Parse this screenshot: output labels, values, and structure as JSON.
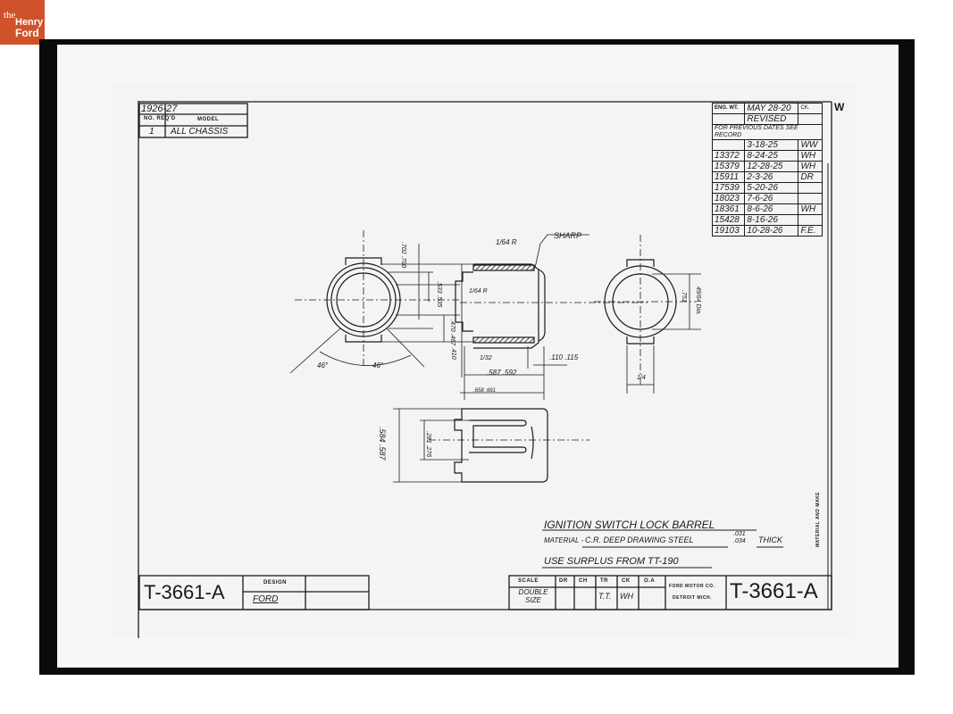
{
  "logo": {
    "the": "the",
    "henry": "Henry",
    "ford": "Ford",
    "color": "#d0522a"
  },
  "title_block_left": {
    "year": "1926-27",
    "col1_header": "NO. REQ'D",
    "col2_header": "MODEL",
    "qty": "1",
    "model": "ALL CHASSIS"
  },
  "revision_table": {
    "header": {
      "label": "ENG. WT.",
      "date": "MAY 28-20",
      "ck": "CK.",
      "mark": "W"
    },
    "revised": "REVISED",
    "note": "FOR PREVIOUS DATES SEE RECORD",
    "rows": [
      {
        "no": "",
        "date": "3-18-25",
        "by": "WW"
      },
      {
        "no": "13372",
        "date": "8-24-25",
        "by": "WH"
      },
      {
        "no": "15379",
        "date": "12-28-25",
        "by": "WH"
      },
      {
        "no": "15911",
        "date": "2-3-26",
        "by": "DR"
      },
      {
        "no": "17539",
        "date": "5-20-26",
        "by": ""
      },
      {
        "no": "18023",
        "date": "7-6-26",
        "by": ""
      },
      {
        "no": "18361",
        "date": "8-6-26",
        "by": "WH"
      },
      {
        "no": "15428",
        "date": "8-16-26",
        "by": ""
      },
      {
        "no": "19103",
        "date": "10-28-26",
        "by": "F.E."
      }
    ]
  },
  "dimensions": {
    "sharp": "SHARP",
    "radius_top": "1/64 R",
    "radius_inner": "1/64 R",
    "angle_left": "46°",
    "angle_right": "46°",
    "dia_outer": ".702 .700",
    "dia_mid": ".533 .535",
    "dia_inner": ".470 .467",
    "dia_low": ".410",
    "wall": "1/32",
    "lip": ".110 .115",
    "length_inner": ".587 .592",
    "length_outer": ".658 .661",
    "end_dia": ".751",
    "end_dia2": "49/64 Dia.",
    "slot_width": "1/4",
    "bottom_outer": ".584 .587",
    "bottom_inner": ".281 .276"
  },
  "part": {
    "title": "IGNITION SWITCH LOCK BARREL",
    "material_label": "MATERIAL -",
    "material": "C.R. DEEP DRAWING STEEL",
    "thickness_top": ".031",
    "thickness_bottom": ".034",
    "thick": "THICK",
    "note": "USE SURPLUS FROM TT-190",
    "side_note": "MATERIAL AND MAKE"
  },
  "title_block_bottom_left": {
    "number": "T-3661-A",
    "design_label": "DESIGN",
    "design": "FORD"
  },
  "title_block_bottom_right": {
    "scale_label": "SCALE",
    "scale": "DOUBLE SIZE",
    "dr": "DR",
    "ch": "CH",
    "tr": "TR",
    "ck": "CK",
    "oa": "O.A",
    "tr_value": "T.T.",
    "ck_value": "WH",
    "company": "FORD MOTOR CO.",
    "city": "DETROIT MICH.",
    "number": "T-3661-A"
  }
}
